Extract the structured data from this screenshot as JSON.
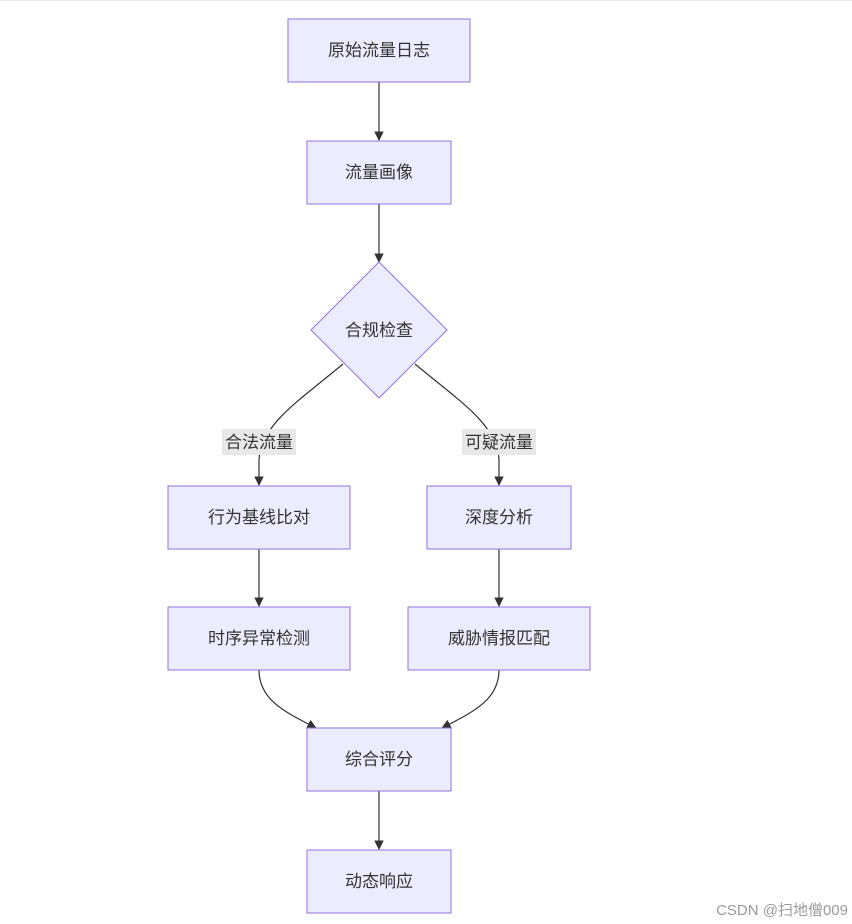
{
  "nodes": {
    "raw_logs": "原始流量日志",
    "traffic_profile": "流量画像",
    "compliance_check": "合规检查",
    "baseline_compare": "行为基线比对",
    "deep_analysis": "深度分析",
    "timeseries_anomaly": "时序异常检测",
    "threat_intel": "威胁情报匹配",
    "combined_score": "综合评分",
    "dynamic_response": "动态响应"
  },
  "edge_labels": {
    "legit": "合法流量",
    "suspicious": "可疑流量"
  },
  "colors": {
    "node_fill": "#ececff",
    "node_stroke": "#9370db",
    "edge": "#333333",
    "label_bg": "#e8e8e8"
  },
  "watermark": "CSDN @扫地僧009"
}
